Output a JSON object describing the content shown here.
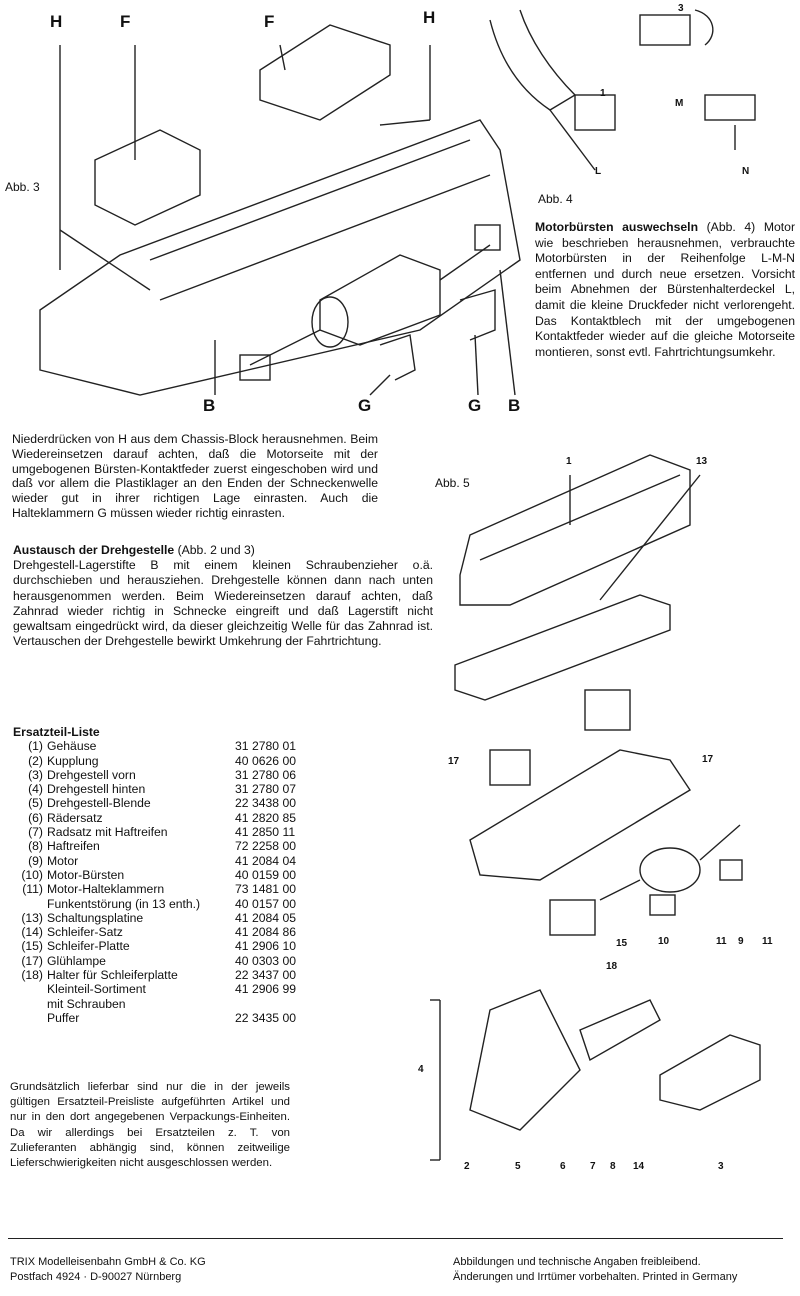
{
  "fig3": {
    "caption": "Abb. 3",
    "labels": {
      "h1": "H",
      "f1": "F",
      "f2": "F",
      "h2": "H",
      "b1": "B",
      "g1": "G",
      "g2": "G",
      "b2": "B"
    }
  },
  "fig4": {
    "caption": "Abb. 4",
    "labels": {
      "l": "L",
      "m": "M",
      "n": "N",
      "one": "1",
      "three": "3"
    }
  },
  "fig5": {
    "caption": "Abb. 5",
    "labels": {
      "p1": "1",
      "p13": "13",
      "p17a": "17",
      "p17b": "17",
      "p15": "15",
      "p10": "10",
      "p11a": "11",
      "p9": "9",
      "p11b": "11",
      "p18": "18",
      "p4": "4",
      "p2": "2",
      "p5": "5",
      "p6": "6",
      "p7": "7",
      "p8": "8",
      "p14": "14",
      "p3": "3"
    }
  },
  "motor_brushes": {
    "title": "Motorbürsten auswechseln",
    "ref": " (Abb. 4)",
    "body": "Motor wie beschrieben herausnehmen, verbrauchte Motorbürsten in der Reihenfolge L-M-N entfernen und durch neue ersetzen. Vorsicht beim Abnehmen der Bürstenhalterdeckel L, damit die kleine Druckfeder nicht verlorengeht. Das Kontaktblech mit der umgebogenen Kontaktfeder wieder auf die gleiche Motorseite montieren, sonst evtl. Fahrtrichtungsumkehr."
  },
  "chassis_text": "Niederdrücken von H aus dem Chassis-Block herausnehmen. Beim Wiedereinsetzen darauf achten, daß die Motorseite mit der umgebogenen Bürsten-Kontaktfeder zuerst eingeschoben wird und daß vor allem die Plastiklager an den Enden der Schneckenwelle wieder gut in ihrer richtigen Lage einrasten. Auch die Halteklammern G müssen wieder richtig einrasten.",
  "bogie": {
    "title": "Austausch der Drehgestelle",
    "ref": " (Abb. 2 und 3)",
    "body": "Drehgestell-Lagerstifte B mit einem kleinen Schraubenzieher o.ä. durchschieben und herausziehen. Drehgestelle können dann nach unten herausgenommen werden. Beim Wiedereinsetzen darauf achten, daß Zahnrad wieder richtig in Schnecke eingreift und daß Lagerstift nicht gewaltsam eingedrückt wird, da dieser gleichzeitig Welle für das Zahnrad ist. Vertauschen der Drehgestelle bewirkt Umkehrung der Fahrtrichtung."
  },
  "parts": {
    "title": "Ersatzteil-Liste",
    "items": [
      {
        "n": "(1)",
        "name": "Gehäuse",
        "code": "31 2780 01"
      },
      {
        "n": "(2)",
        "name": "Kupplung",
        "code": "40 0626 00"
      },
      {
        "n": "(3)",
        "name": "Drehgestell vorn",
        "code": "31 2780 06"
      },
      {
        "n": "(4)",
        "name": "Drehgestell hinten",
        "code": "31 2780 07"
      },
      {
        "n": "(5)",
        "name": "Drehgestell-Blende",
        "code": "22 3438 00"
      },
      {
        "n": "(6)",
        "name": "Rädersatz",
        "code": "41 2820 85"
      },
      {
        "n": "(7)",
        "name": "Radsatz mit Haftreifen",
        "code": "41 2850 11"
      },
      {
        "n": "(8)",
        "name": "Haftreifen",
        "code": "72 2258 00"
      },
      {
        "n": "(9)",
        "name": "Motor",
        "code": "41 2084 04"
      },
      {
        "n": "(10)",
        "name": "Motor-Bürsten",
        "code": "40 0159 00"
      },
      {
        "n": "(11)",
        "name": "Motor-Halteklammern",
        "code": "73 1481 00"
      },
      {
        "n": "",
        "name": "Funkentstörung (in 13 enth.)",
        "code": "40 0157 00"
      },
      {
        "n": "(13)",
        "name": "Schaltungsplatine",
        "code": "41 2084 05"
      },
      {
        "n": "(14)",
        "name": "Schleifer-Satz",
        "code": "41 2084 86"
      },
      {
        "n": "(15)",
        "name": "Schleifer-Platte",
        "code": "41 2906 10"
      },
      {
        "n": "(17)",
        "name": "Glühlampe",
        "code": "40 0303 00"
      },
      {
        "n": "(18)",
        "name": "Halter für Schleiferplatte",
        "code": "22 3437 00"
      },
      {
        "n": "",
        "name": "Kleinteil-Sortiment",
        "code": "41 2906 99"
      },
      {
        "n": "",
        "name": "mit Schrauben",
        "code": ""
      },
      {
        "n": "",
        "name": "Puffer",
        "code": "22 3435 00"
      }
    ]
  },
  "availability": "Grundsätzlich lieferbar sind nur die in der jeweils gültigen Ersatzteil-Preisliste aufgeführten Artikel und nur in den dort angegebenen Verpackungs-Einheiten. Da wir allerdings bei Ersatzteilen z. T. von Zulieferanten abhängig sind, können zeitweilige Lieferschwierigkeiten nicht ausgeschlossen werden.",
  "footer": {
    "company": "TRIX Modelleisenbahn GmbH & Co. KG",
    "address": "Postfach 4924 · D-90027 Nürnberg",
    "note1": "Abbildungen und technische Angaben freibleibend.",
    "note2": "Änderungen und Irrtümer vorbehalten. Printed in Germany"
  }
}
